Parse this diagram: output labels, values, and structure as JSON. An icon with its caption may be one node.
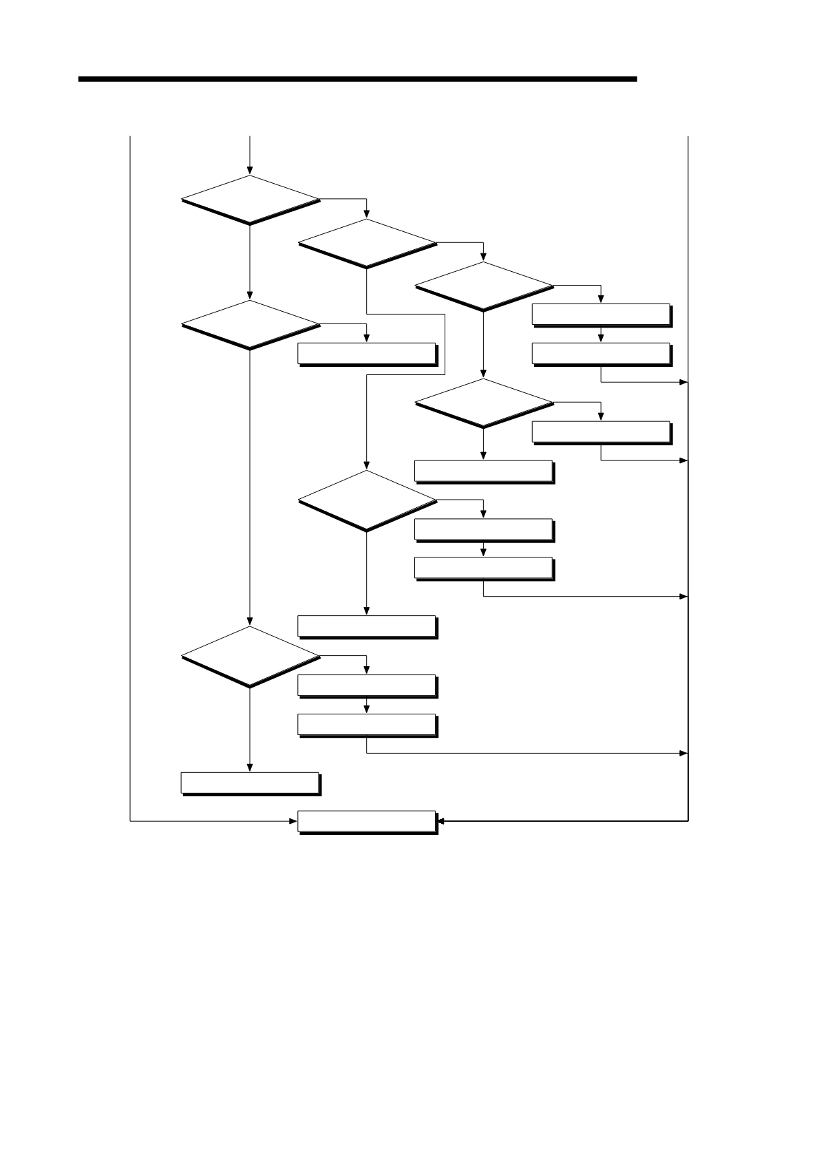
{
  "diagram": {
    "nodes": [
      {
        "text": [],
        "shape": "diamond"
      },
      {
        "text": [],
        "shape": "diamond"
      },
      {
        "text": [],
        "shape": "diamond"
      },
      {
        "text": [],
        "shape": "box"
      },
      {
        "text": [],
        "shape": "diamond"
      },
      {
        "text": [],
        "shape": "box"
      },
      {
        "text": [],
        "shape": "box"
      },
      {
        "text": [],
        "shape": "diamond"
      },
      {
        "text": [],
        "shape": "box"
      },
      {
        "text": [],
        "shape": "box"
      },
      {
        "text": [],
        "shape": "diamond"
      },
      {
        "text": [],
        "shape": "box"
      },
      {
        "text": [],
        "shape": "box"
      },
      {
        "text": [],
        "shape": "box"
      },
      {
        "text": [],
        "shape": "diamond"
      },
      {
        "text": [],
        "shape": "box"
      },
      {
        "text": [],
        "shape": "box"
      },
      {
        "text": [],
        "shape": "box"
      },
      {
        "text": [],
        "shape": "box"
      }
    ],
    "edges": [
      {
        "from": null,
        "to": 0,
        "arrow": "to"
      },
      {
        "from": 0,
        "to": 1,
        "arrow": "to"
      },
      {
        "from": 0,
        "to": 4,
        "arrow": "to"
      },
      {
        "from": 1,
        "to": 2,
        "arrow": "to"
      },
      {
        "from": 1,
        "to": 10,
        "arrow": "to"
      },
      {
        "from": 2,
        "to": 3,
        "arrow": "to"
      },
      {
        "from": 2,
        "to": 7,
        "arrow": "to"
      },
      {
        "from": 3,
        "to": 6,
        "arrow": "to"
      },
      {
        "from": 4,
        "to": 5,
        "arrow": "to"
      },
      {
        "from": 4,
        "to": 14,
        "arrow": "to"
      },
      {
        "from": 6,
        "to": 18,
        "arrow": "to"
      },
      {
        "from": 7,
        "to": 8,
        "arrow": "to"
      },
      {
        "from": 7,
        "to": 9,
        "arrow": "to"
      },
      {
        "from": 8,
        "to": 18,
        "arrow": "to"
      },
      {
        "from": 10,
        "to": 11,
        "arrow": "to"
      },
      {
        "from": 10,
        "to": 13,
        "arrow": "to"
      },
      {
        "from": 11,
        "to": 12,
        "arrow": "to"
      },
      {
        "from": 12,
        "to": 18,
        "arrow": "to"
      },
      {
        "from": 14,
        "to": 15,
        "arrow": "to"
      },
      {
        "from": 14,
        "to": 17,
        "arrow": "to"
      },
      {
        "from": 15,
        "to": 16,
        "arrow": "to"
      },
      {
        "from": 16,
        "to": 18,
        "arrow": "to"
      },
      {
        "from": null,
        "to": 18,
        "arrow": "to"
      },
      {
        "from": null,
        "to": 18,
        "arrow": "to"
      }
    ]
  }
}
